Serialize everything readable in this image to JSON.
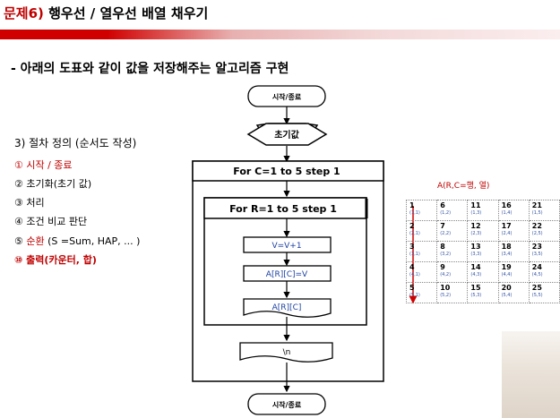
{
  "header": {
    "title_prefix": "문제6)",
    "title_rest": " 행우선 / 열우선 배열 채우기"
  },
  "subtitle": "- 아래의 도표와 같이 값을 저장해주는 알고리즘 구현",
  "steps": {
    "heading": "3) 절차 정의 (순서도 작성)",
    "s1": "① 시작 / 종료",
    "s2": "② 초기화(초기 값)",
    "s3": "③ 처리",
    "s4": "④ 조건 비교 판단",
    "s5_prefix": "⑤ ",
    "s5_red": "순환",
    "s5_rest": " (S =Sum,  HAP,  ... )",
    "s6": "⑩ 출력(카운터, 합)"
  },
  "flowchart": {
    "start": "시작/종료",
    "init": "초기값",
    "outer_loop": "For C=1 to 5 step 1",
    "inner_loop": "For R=1 to 5 step 1",
    "process": "V=V+1",
    "assign": "A[R][C]=V",
    "output": "A[R][C]",
    "newline": "\\n",
    "end": "시작/종료"
  },
  "matrix": {
    "title": "A(R,C=행, 열)",
    "arrow_color": "#d00000",
    "rows": [
      [
        {
          "v": "1",
          "s": "(1,1)"
        },
        {
          "v": "6",
          "s": "(1,2)"
        },
        {
          "v": "11",
          "s": "(1,3)"
        },
        {
          "v": "16",
          "s": "(1,4)"
        },
        {
          "v": "21",
          "s": "(1,5)"
        }
      ],
      [
        {
          "v": "2",
          "s": "(2,1)"
        },
        {
          "v": "7",
          "s": "(2,2)"
        },
        {
          "v": "12",
          "s": "(2,3)"
        },
        {
          "v": "17",
          "s": "(2,4)"
        },
        {
          "v": "22",
          "s": "(2,5)"
        }
      ],
      [
        {
          "v": "3",
          "s": "(3,1)"
        },
        {
          "v": "8",
          "s": "(3,2)"
        },
        {
          "v": "13",
          "s": "(3,3)"
        },
        {
          "v": "18",
          "s": "(3,4)"
        },
        {
          "v": "23",
          "s": "(3,5)"
        }
      ],
      [
        {
          "v": "4",
          "s": "(4,1)"
        },
        {
          "v": "9",
          "s": "(4,2)"
        },
        {
          "v": "14",
          "s": "(4,3)"
        },
        {
          "v": "19",
          "s": "(4,4)"
        },
        {
          "v": "24",
          "s": "(4,5)"
        }
      ],
      [
        {
          "v": "5",
          "s": "(5,1)"
        },
        {
          "v": "10",
          "s": "(5,2)"
        },
        {
          "v": "15",
          "s": "(5,3)"
        },
        {
          "v": "20",
          "s": "(5,4)"
        },
        {
          "v": "25",
          "s": "(5,5)"
        }
      ]
    ]
  }
}
